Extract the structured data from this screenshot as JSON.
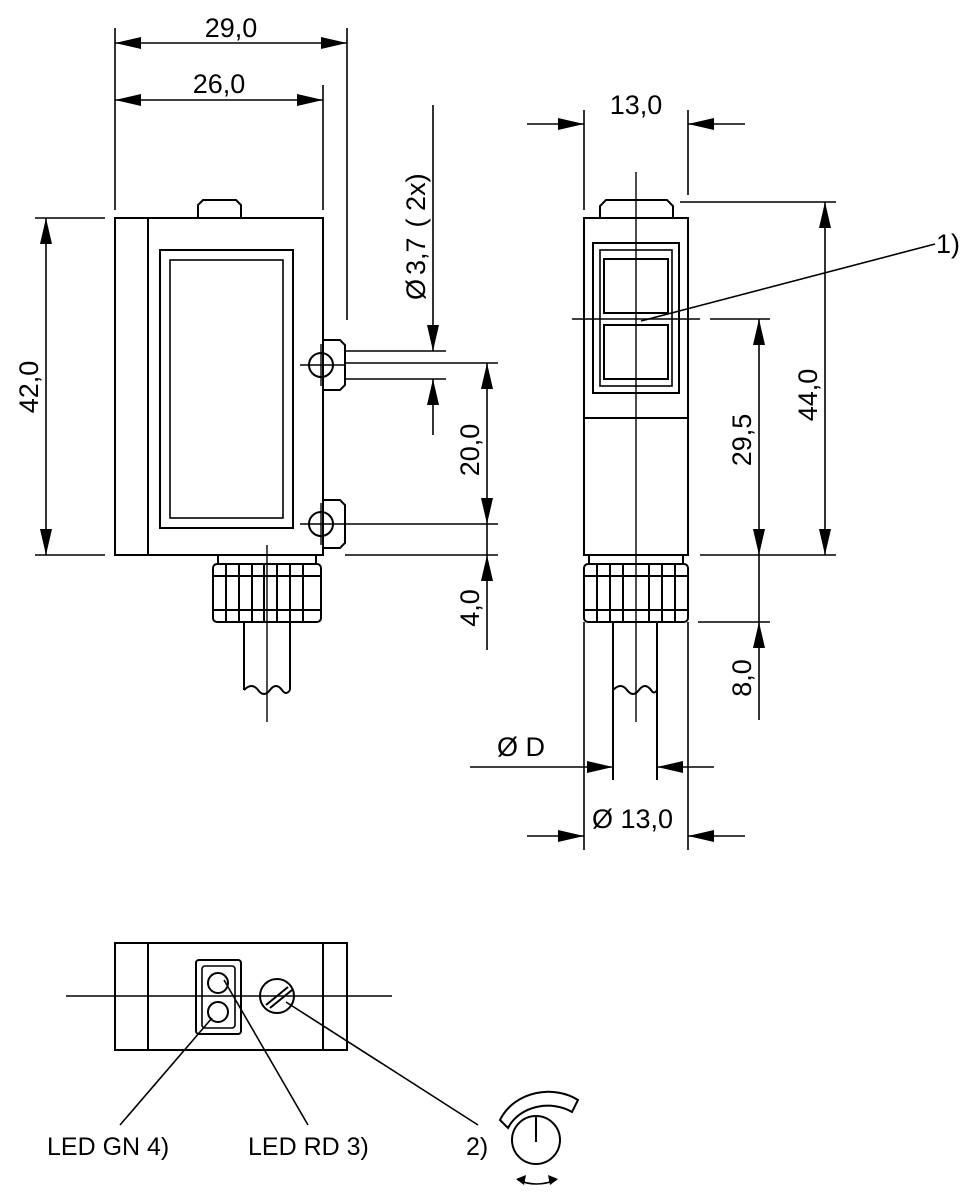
{
  "front_view": {
    "width_overall": "29,0",
    "width_body": "26,0",
    "height": "42,0",
    "hole_diameter_symbol": "Ø",
    "hole_diameter": "3,7",
    "hole_count": "( 2x)",
    "hole_spacing": "20,0",
    "hole_offset": "4,0"
  },
  "side_view": {
    "width": "13,0",
    "height_total": "44,0",
    "optical_axis_height": "29,5",
    "connector_length": "8,0",
    "cable_diameter": "Ø D",
    "nut_diameter": "Ø 13,0",
    "note_optical_axis": "1)"
  },
  "top_view": {
    "led_green": "LED GN 4)",
    "led_red": "LED RD 3)",
    "potentiometer": "2)"
  }
}
